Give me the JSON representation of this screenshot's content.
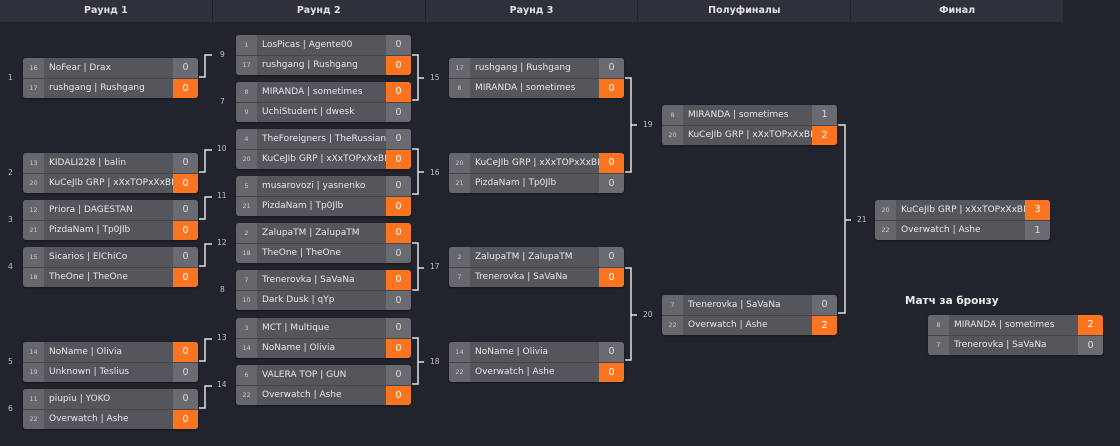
{
  "header": {
    "rounds": [
      "Раунд 1",
      "Раунд 2",
      "Раунд 3",
      "Полуфиналы",
      "Финал"
    ]
  },
  "bronze_title": "Матч за бронзу",
  "colors": {
    "winner": "#fb7420",
    "background": "#22242d",
    "header": "#2e313b"
  },
  "matches": [
    {
      "id": "1",
      "p": [
        {
          "seed": "16",
          "name": "NoFear | Drax",
          "score": "0"
        },
        {
          "seed": "17",
          "name": "rushgang | Rushgang",
          "score": "0",
          "win": true
        }
      ]
    },
    {
      "id": "2",
      "p": [
        {
          "seed": "13",
          "name": "KIDALI228 | balin",
          "score": "0"
        },
        {
          "seed": "20",
          "name": "KuCeJIb GRP | xXxTOPxXxBI:",
          "score": "0",
          "win": true
        }
      ]
    },
    {
      "id": "3",
      "p": [
        {
          "seed": "12",
          "name": "Priora | DAGESTAN",
          "score": "0"
        },
        {
          "seed": "21",
          "name": "PizdaNam | Tp0Jlb",
          "score": "0",
          "win": true
        }
      ]
    },
    {
      "id": "4",
      "p": [
        {
          "seed": "15",
          "name": "Sicarios | ElChiCo",
          "score": "0"
        },
        {
          "seed": "18",
          "name": "TheOne | TheOne",
          "score": "0",
          "win": true
        }
      ]
    },
    {
      "id": "5",
      "p": [
        {
          "seed": "14",
          "name": "NoName | Olivia",
          "score": "0",
          "win": true
        },
        {
          "seed": "19",
          "name": "Unknown | Teslius",
          "score": "0"
        }
      ]
    },
    {
      "id": "6",
      "p": [
        {
          "seed": "11",
          "name": "piupiu | YOKO",
          "score": "0"
        },
        {
          "seed": "22",
          "name": "Overwatch | Ashe",
          "score": "0",
          "win": true
        }
      ]
    },
    {
      "id": "9",
      "p": [
        {
          "seed": "1",
          "name": "LosPicas | Agente00",
          "score": "0"
        },
        {
          "seed": "17",
          "name": "rushgang | Rushgang",
          "score": "0",
          "win": true
        }
      ]
    },
    {
      "id": "7",
      "p": [
        {
          "seed": "8",
          "name": "MIRANDA | sometimes",
          "score": "0",
          "win": true
        },
        {
          "seed": "9",
          "name": "UchiStudent | dwesk",
          "score": "0"
        }
      ]
    },
    {
      "id": "10",
      "p": [
        {
          "seed": "4",
          "name": "TheForeigners | TheRussian",
          "score": "0"
        },
        {
          "seed": "20",
          "name": "KuCeJIb GRP | xXxTOPxXxBI:",
          "score": "0",
          "win": true
        }
      ]
    },
    {
      "id": "11",
      "p": [
        {
          "seed": "5",
          "name": "musarovozi | yasnenko",
          "score": "0"
        },
        {
          "seed": "21",
          "name": "PizdaNam | Tp0Jlb",
          "score": "0",
          "win": true
        }
      ]
    },
    {
      "id": "12",
      "p": [
        {
          "seed": "2",
          "name": "ZalupaTM | ZalupaTM",
          "score": "0",
          "win": true
        },
        {
          "seed": "18",
          "name": "TheOne | TheOne",
          "score": "0"
        }
      ]
    },
    {
      "id": "8",
      "p": [
        {
          "seed": "7",
          "name": "Trenerovka | SaVaNa",
          "score": "0",
          "win": true
        },
        {
          "seed": "10",
          "name": "Dark Dusk | qYp",
          "score": "0"
        }
      ]
    },
    {
      "id": "13",
      "p": [
        {
          "seed": "3",
          "name": "MCT | Multique",
          "score": "0"
        },
        {
          "seed": "14",
          "name": "NoName | Olivia",
          "score": "0",
          "win": true
        }
      ]
    },
    {
      "id": "14",
      "p": [
        {
          "seed": "6",
          "name": "VALERA TOP | GUN",
          "score": "0"
        },
        {
          "seed": "22",
          "name": "Overwatch | Ashe",
          "score": "0",
          "win": true
        }
      ]
    },
    {
      "id": "15",
      "p": [
        {
          "seed": "17",
          "name": "rushgang | Rushgang",
          "score": "0"
        },
        {
          "seed": "8",
          "name": "MIRANDA | sometimes",
          "score": "0",
          "win": true
        }
      ]
    },
    {
      "id": "16",
      "p": [
        {
          "seed": "20",
          "name": "KuCeJIb GRP | xXxTOPxXxBI:",
          "score": "0",
          "win": true
        },
        {
          "seed": "21",
          "name": "PizdaNam | Tp0Jlb",
          "score": "0"
        }
      ]
    },
    {
      "id": "17",
      "p": [
        {
          "seed": "2",
          "name": "ZalupaTM | ZalupaTM",
          "score": "0"
        },
        {
          "seed": "7",
          "name": "Trenerovka | SaVaNa",
          "score": "0",
          "win": true
        }
      ]
    },
    {
      "id": "18",
      "p": [
        {
          "seed": "14",
          "name": "NoName | Olivia",
          "score": "0"
        },
        {
          "seed": "22",
          "name": "Overwatch | Ashe",
          "score": "0",
          "win": true
        }
      ]
    },
    {
      "id": "19",
      "p": [
        {
          "seed": "8",
          "name": "MIRANDA | sometimes",
          "score": "1"
        },
        {
          "seed": "20",
          "name": "KuCeJIb GRP | xXxTOPxXxBI:",
          "score": "2",
          "win": true
        }
      ]
    },
    {
      "id": "20",
      "p": [
        {
          "seed": "7",
          "name": "Trenerovka | SaVaNa",
          "score": "0"
        },
        {
          "seed": "22",
          "name": "Overwatch | Ashe",
          "score": "2",
          "win": true
        }
      ]
    },
    {
      "id": "21",
      "p": [
        {
          "seed": "20",
          "name": "KuCeJIb GRP | xXxTOPxXxBI:",
          "score": "3",
          "win": true
        },
        {
          "seed": "22",
          "name": "Overwatch | Ashe",
          "score": "1"
        }
      ]
    },
    {
      "id": "",
      "p": [
        {
          "seed": "8",
          "name": "MIRANDA | sometimes",
          "score": "2",
          "win": true
        },
        {
          "seed": "7",
          "name": "Trenerovka | SaVaNa",
          "score": "0"
        }
      ]
    }
  ]
}
